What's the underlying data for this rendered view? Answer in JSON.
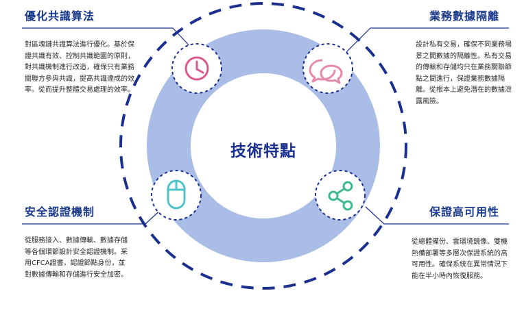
{
  "center": {
    "label": "技術特點"
  },
  "features": [
    {
      "title": "優化共識算法",
      "description": "對區塊鏈共識算法進行優化。基於保證共識有效、控制共識範圍的原則，對共識機制進行改造，確保只有業務關聯方參與共識，提高共識達成的效率。從而提升整體交易處理的效率。",
      "icon": "clock-icon",
      "color": "#d9588d"
    },
    {
      "title": "業務數據隔離",
      "description": "設計私有交易，確保不同業務場景之間數據的隔離性。私有交易的傳輸和存儲均只在業務關聯節點之間進行，保證業務數據隔離。從根本上避免潛在的數據泄露風險。",
      "icon": "chat-bubbles-icon",
      "color": "#d9588d"
    },
    {
      "title": "安全認證機制",
      "description": "從服務接入、數據傳輸、數據存儲等各個環節設計安全認證機制。采用CFCA證書，認證節點身份，並對數據傳輸和存儲進行安全加密。",
      "icon": "mouse-icon",
      "color": "#4fc3c8"
    },
    {
      "title": "保證高可用性",
      "description": "從總體備份、雲環境鏡像、雙機熱備部署等多層次保證系統的高可用性。確保系統在異常情況下能在半小時內恢復服務。",
      "icon": "share-icon",
      "color": "#3dbb8e"
    }
  ],
  "colors": {
    "ring": "#aabde6",
    "dash": "#1b2f8f",
    "title": "#1a3a8a",
    "connector": "#1b2f8f"
  }
}
